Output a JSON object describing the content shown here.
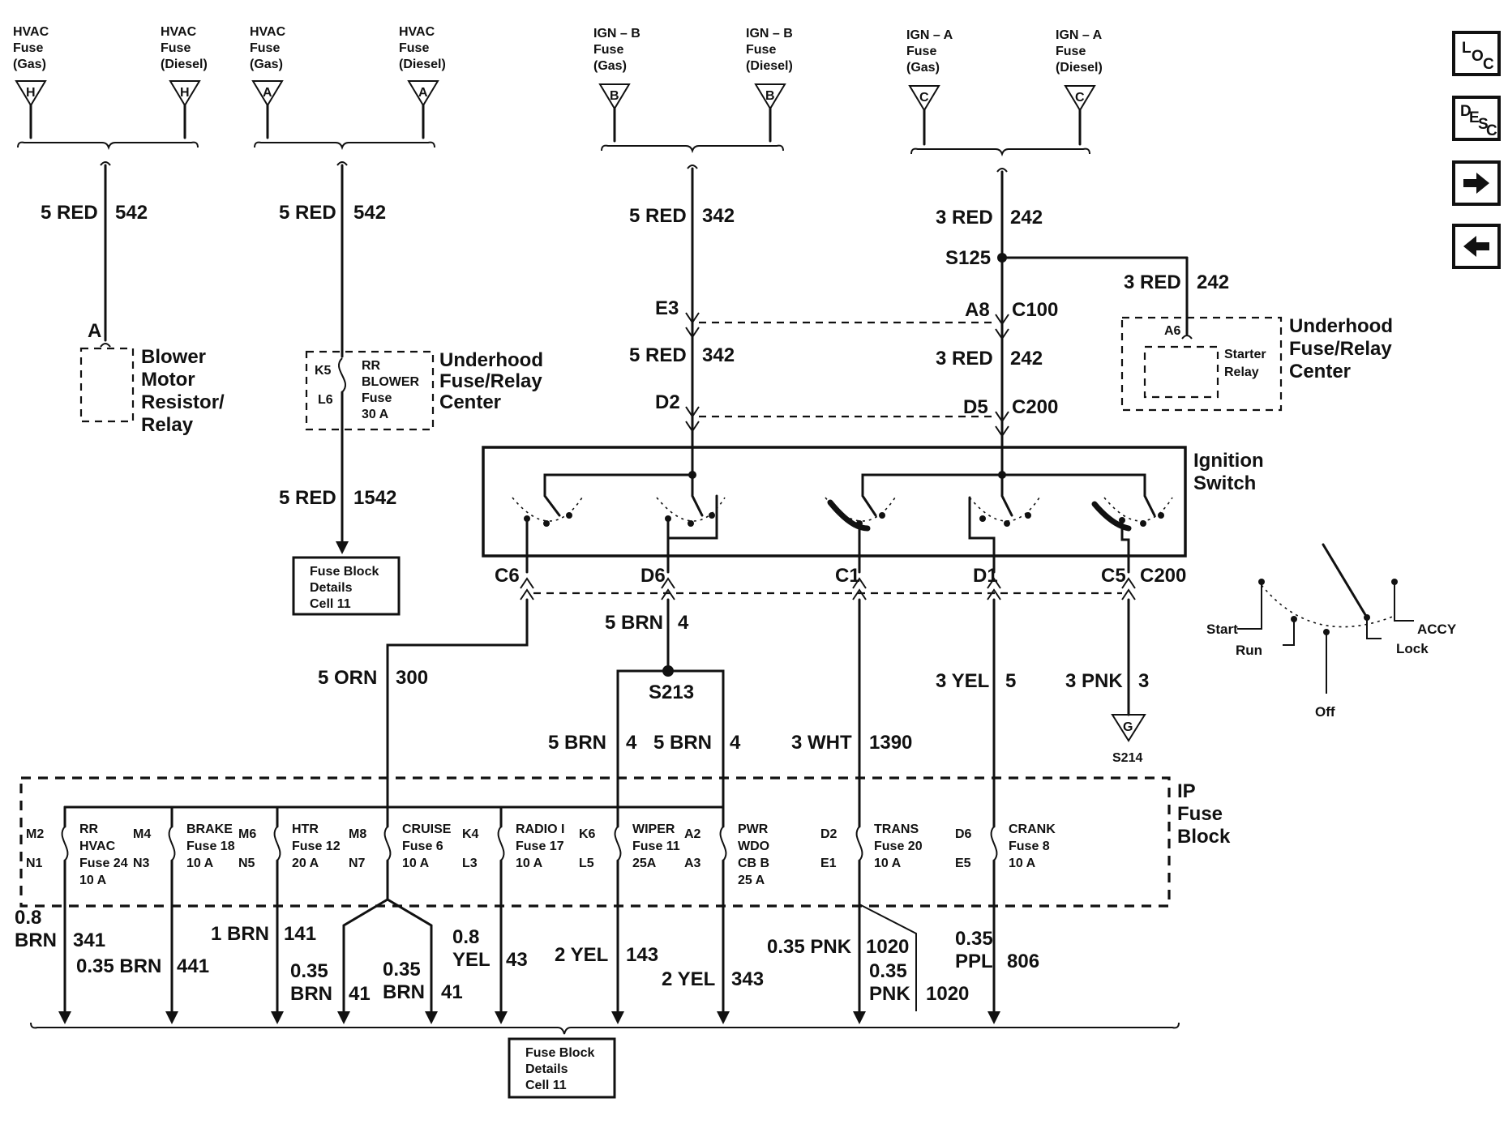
{
  "fuses_top": [
    {
      "l1": "HVAC",
      "l2": "Fuse",
      "l3": "(Gas)",
      "letter": "H"
    },
    {
      "l1": "HVAC",
      "l2": "Fuse",
      "l3": "(Diesel)",
      "letter": "H"
    },
    {
      "l1": "HVAC",
      "l2": "Fuse",
      "l3": "(Gas)",
      "letter": "A"
    },
    {
      "l1": "HVAC",
      "l2": "Fuse",
      "l3": "(Diesel)",
      "letter": "A"
    },
    {
      "l1": "IGN – B",
      "l2": "Fuse",
      "l3": "(Gas)",
      "letter": "B"
    },
    {
      "l1": "IGN – B",
      "l2": "Fuse",
      "l3": "(Diesel)",
      "letter": "B"
    },
    {
      "l1": "IGN – A",
      "l2": "Fuse",
      "l3": "(Gas)",
      "letter": "C"
    },
    {
      "l1": "IGN – A",
      "l2": "Fuse",
      "l3": "(Diesel)",
      "letter": "C"
    }
  ],
  "wires": {
    "w1_size": "5 RED",
    "w1_circuit": "542",
    "w2_size": "5 RED",
    "w2_circuit": "542",
    "w3_size": "5 RED",
    "w3_circuit": "342",
    "w4_size": "3 RED",
    "w4_circuit": "242",
    "w5_size": "3 RED",
    "w5_circuit": "242",
    "w6_size": "5 RED",
    "w6_circuit": "342",
    "w7_size": "3 RED",
    "w7_circuit": "242",
    "w8_size": "5 RED",
    "w8_circuit": "1542",
    "w9_size": "5 BRN",
    "w9_circuit": "4",
    "w10_size": "5 ORN",
    "w10_circuit": "300",
    "w11_size": "3 YEL",
    "w11_circuit": "5",
    "w12_size": "3 PNK",
    "w12_circuit": "3",
    "w13_size": "5 BRN",
    "w13_circuit": "4",
    "w14_size": "5 BRN",
    "w14_circuit": "4",
    "w15_size": "3 WHT",
    "w15_circuit": "1390"
  },
  "labels": {
    "s125": "S125",
    "e3": "E3",
    "a8": "A8",
    "c100": "C100",
    "d2": "D2",
    "d5": "D5",
    "c200": "C200",
    "a6": "A6",
    "a": "A",
    "c6": "C6",
    "d6": "D6",
    "c1": "C1",
    "d1": "D1",
    "c5": "C5",
    "c200b": "C200",
    "s213": "S213",
    "g": "G",
    "s214": "S214",
    "k5": "K5",
    "l6": "L6"
  },
  "components": {
    "blower_1": "Blower",
    "blower_2": "Motor",
    "blower_3": "Resistor/",
    "blower_4": "Relay",
    "rr_1": "RR",
    "rr_2": "BLOWER",
    "rr_3": "Fuse",
    "rr_4": "30 A",
    "uh1_1": "Underhood",
    "uh1_2": "Fuse/Relay",
    "uh1_3": "Center",
    "uh2_1": "Underhood",
    "uh2_2": "Fuse/Relay",
    "uh2_3": "Center",
    "starter_1": "Starter",
    "starter_2": "Relay",
    "ign_1": "Ignition",
    "ign_2": "Switch",
    "fbd1_1": "Fuse Block",
    "fbd1_2": "Details",
    "fbd1_3": "Cell 11",
    "fbd2_1": "Fuse Block",
    "fbd2_2": "Details",
    "fbd2_3": "Cell 11",
    "ip_1": "IP",
    "ip_2": "Fuse",
    "ip_3": "Block"
  },
  "legend": {
    "start": "Start",
    "run": "Run",
    "off": "Off",
    "lock": "Lock",
    "accy": "ACCY"
  },
  "ip_fuses": [
    {
      "p1": "M2",
      "p2": "N1",
      "n1": "RR",
      "n2": "HVAC",
      "n3": "Fuse 24",
      "n4": "10 A"
    },
    {
      "p1": "M4",
      "p2": "N3",
      "n1": "BRAKE",
      "n2": "Fuse 18",
      "n3": "10 A",
      "n4": ""
    },
    {
      "p1": "M6",
      "p2": "N5",
      "n1": "HTR",
      "n2": "Fuse 12",
      "n3": "20 A",
      "n4": ""
    },
    {
      "p1": "M8",
      "p2": "N7",
      "n1": "CRUISE",
      "n2": "Fuse 6",
      "n3": "10 A",
      "n4": ""
    },
    {
      "p1": "K4",
      "p2": "L3",
      "n1": "RADIO I",
      "n2": "Fuse 17",
      "n3": "10 A",
      "n4": ""
    },
    {
      "p1": "K6",
      "p2": "L5",
      "n1": "WIPER",
      "n2": "Fuse 11",
      "n3": "25A",
      "n4": ""
    },
    {
      "p1": "A2",
      "p2": "A3",
      "n1": "PWR",
      "n2": "WDO",
      "n3": "CB B",
      "n4": "25 A"
    },
    {
      "p1": "D2",
      "p2": "E1",
      "n1": "TRANS",
      "n2": "Fuse 20",
      "n3": "10 A",
      "n4": ""
    },
    {
      "p1": "D6",
      "p2": "E5",
      "n1": "CRANK",
      "n2": "Fuse 8",
      "n3": "10 A",
      "n4": ""
    }
  ],
  "bottom": {
    "b1a": "0.8",
    "b1b": "BRN",
    "b1c": "341",
    "b2a": "0.35 BRN",
    "b2b": "441",
    "b3a": "1 BRN",
    "b3b": "141",
    "b4a": "0.35",
    "b4b": "BRN",
    "b4c": "41",
    "b5a": "0.35",
    "b5b": "BRN",
    "b5c": "41",
    "b6a": "0.8",
    "b6b": "YEL",
    "b6c": "43",
    "b7a": "2 YEL",
    "b7b": "143",
    "b8a": "2 YEL",
    "b8b": "343",
    "b9a": "0.35 PNK",
    "b9b": "1020",
    "b10a": "0.35",
    "b10b": "PNK",
    "b10c": "1020",
    "b11a": "0.35",
    "b11b": "PPL",
    "b11c": "806"
  },
  "nav": {
    "loc_1": "L",
    "loc_2": "O",
    "loc_3": "C",
    "desc_1": "D",
    "desc_2": "E",
    "desc_3": "S",
    "desc_4": "C"
  }
}
